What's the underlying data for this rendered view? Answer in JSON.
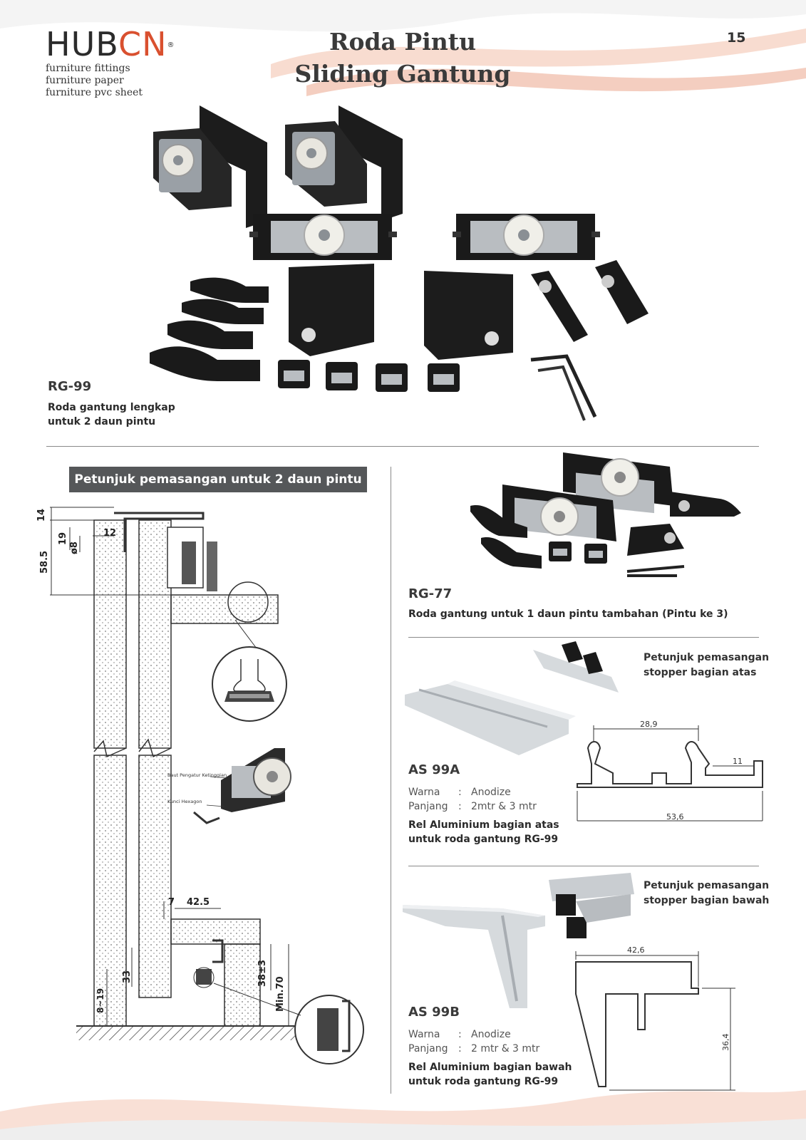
{
  "brand": {
    "logo_prefix": "HUB",
    "logo_accent": "CN",
    "registered": "®",
    "taglines": [
      "furniture fittings",
      "furniture paper",
      "furniture pvc sheet"
    ]
  },
  "header": {
    "title_line1": "Roda Pintu",
    "title_line2": "Sliding Gantung",
    "page_number": "15"
  },
  "rg99": {
    "code": "RG-99",
    "desc_line1": "Roda gantung lengkap",
    "desc_line2": "untuk 2 daun pintu"
  },
  "installation": {
    "banner": "Petunjuk pemasangan untuk 2 daun pintu",
    "dims": {
      "d14": "14",
      "d19": "19",
      "d8": "ø8",
      "d12": "12",
      "d585": "58.5",
      "d7": "7",
      "d425": "42.5",
      "d33": "33",
      "d819": "8~19",
      "d38": "38±3",
      "dmin70": "Min.70"
    },
    "callout_label1": "Baut Pengatur Ketinggian",
    "callout_label2": "Kunci Hexagon"
  },
  "rg77": {
    "code": "RG-77",
    "desc": "Roda gantung untuk 1 daun pintu tambahan (Pintu ke 3)"
  },
  "as99a": {
    "stopper_note_line1": "Petunjuk pemasangan",
    "stopper_note_line2": "stopper bagian atas",
    "code": "AS 99A",
    "color_key": "Warna",
    "color_value": "Anodize",
    "length_key": "Panjang",
    "length_value": "2mtr & 3 mtr",
    "desc_line1": "Rel Aluminium bagian atas",
    "desc_line2": "untuk roda gantung RG-99",
    "dim_width": "28,9",
    "dim_small": "11",
    "dim_total": "53,6"
  },
  "as99b": {
    "stopper_note_line1": "Petunjuk pemasangan",
    "stopper_note_line2": "stopper bagian bawah",
    "code": "AS 99B",
    "color_key": "Warna",
    "color_value": "Anodize",
    "length_key": "Panjang",
    "length_value": "2 mtr & 3 mtr",
    "desc_line1": "Rel Aluminium bagian bawah",
    "desc_line2": "untuk roda gantung RG-99",
    "dim_width": "42,6",
    "dim_height": "36,4"
  },
  "separator_colon": ":",
  "colors": {
    "accent": "#d9502f",
    "wave": "#f2c6b4",
    "banner": "#555759",
    "hardware": "#1c1c1c",
    "aluminium": "#c9cdd1"
  }
}
